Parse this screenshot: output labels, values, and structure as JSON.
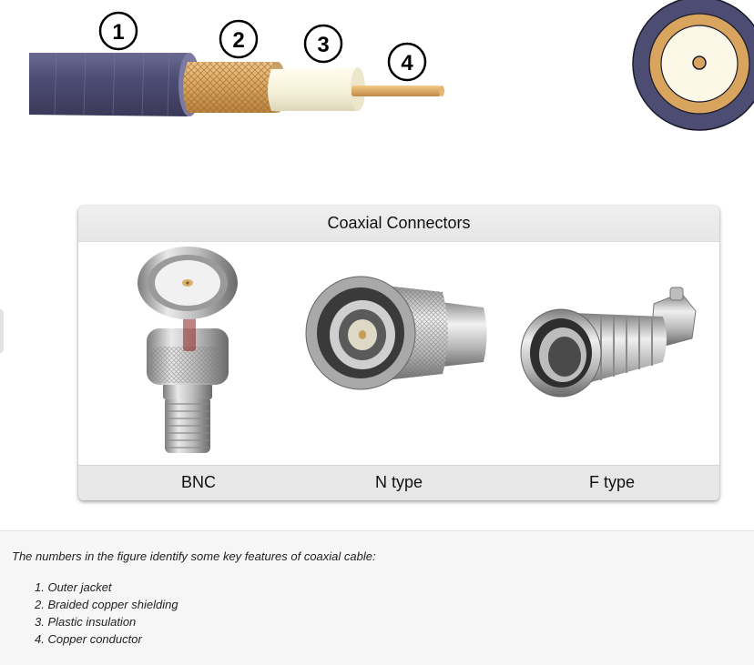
{
  "figure": {
    "callouts": [
      "1",
      "2",
      "3",
      "4"
    ]
  },
  "connectors": {
    "title": "Coaxial Connectors",
    "items": [
      {
        "label": "BNC",
        "icon": "bnc-connector-icon"
      },
      {
        "label": "N type",
        "icon": "n-type-connector-icon"
      },
      {
        "label": "F type",
        "icon": "f-type-connector-icon"
      }
    ]
  },
  "description": {
    "intro": "The numbers in the figure identify some key features of coaxial cable:",
    "features": [
      "1. Outer jacket",
      "2. Braided copper shielding",
      "3. Plastic insulation",
      "4. Copper conductor"
    ]
  },
  "colors": {
    "jacket": "#4d4c72",
    "shield": "#d9a45e",
    "insulation": "#f5f2de",
    "conductor": "#d9a45e"
  }
}
